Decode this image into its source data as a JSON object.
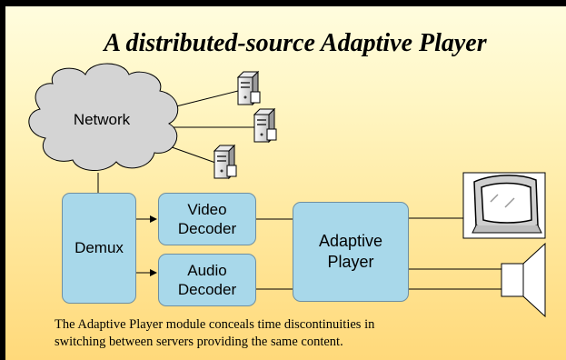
{
  "slide": {
    "title": "A distributed-source Adaptive Player",
    "caption_lines": [
      "The Adaptive Player module conceals time discontinuities in",
      "switching between servers providing the same content."
    ]
  },
  "diagram": {
    "cloud": {
      "label": "Network"
    },
    "servers": [
      {
        "icon": "server-tower-icon"
      },
      {
        "icon": "server-tower-icon"
      },
      {
        "icon": "server-tower-icon"
      }
    ],
    "boxes": {
      "demux": {
        "label": "Demux"
      },
      "video_decoder": {
        "lines": [
          "Video",
          "Decoder"
        ]
      },
      "audio_decoder": {
        "lines": [
          "Audio",
          "Decoder"
        ]
      },
      "adaptive_player": {
        "lines": [
          "Adaptive",
          "Player"
        ]
      }
    },
    "outputs": [
      {
        "icon": "monitor-icon"
      },
      {
        "icon": "speaker-icon"
      }
    ]
  },
  "colors": {
    "box_fill": "#a8d8ea",
    "cloud_fill": "#d4d4d4",
    "background_top": "#fffde0",
    "background_bottom": "#ffd97a"
  }
}
